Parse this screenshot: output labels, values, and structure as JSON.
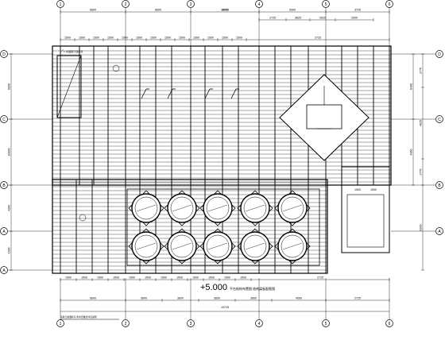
{
  "grid": {
    "top_axes": [
      "1",
      "2",
      "3",
      "4",
      "5",
      "6"
    ],
    "bottom_axes": [
      "1",
      "2",
      "3",
      "4",
      "5",
      "6"
    ],
    "left_axes": [
      "D",
      "C",
      "B",
      "A",
      "A"
    ],
    "right_axes": [
      "D",
      "C",
      "B",
      "A"
    ]
  },
  "dims": {
    "top_total": "19725",
    "top_row1": [
      "6600",
      "6600",
      "3300",
      "5999",
      "3725"
    ],
    "top_row2": [
      "2725",
      "3825",
      "2625",
      "2900"
    ],
    "top_row3": [
      "1500",
      "1500",
      "1500",
      "1500",
      "1500",
      "1500",
      "1500",
      "1500",
      "1500",
      "1500",
      "1500",
      "1500",
      "1500",
      "2725"
    ],
    "bottom_row1": [
      "1500",
      "1500",
      "1500",
      "1500",
      "1500",
      "1500",
      "1500",
      "1500",
      "1500",
      "1500",
      "1500",
      "1500",
      "2725"
    ],
    "bottom_row2": [
      "6600",
      "3600",
      "3600",
      "3600",
      "3600",
      "4099",
      "2725"
    ],
    "bottom_total": "19725",
    "left_outer": [
      "6000",
      "20000",
      "4300",
      "4200"
    ],
    "right_outer": [
      "2775",
      "4625",
      "2775",
      "6200"
    ],
    "right_inner": [
      "6400",
      "4900"
    ],
    "room_dims": [
      "1500",
      "1500"
    ]
  },
  "annotations": {
    "top_note": "1-1剖面图 平面示意",
    "bottom_note": "混凝土板面标高 防水层做法详见说明"
  },
  "caption": {
    "elevation": "+5.000",
    "label": "平台结构布置图 结构梁板配筋图"
  },
  "colors": {
    "ink": "#000000",
    "paper": "#ffffff"
  }
}
